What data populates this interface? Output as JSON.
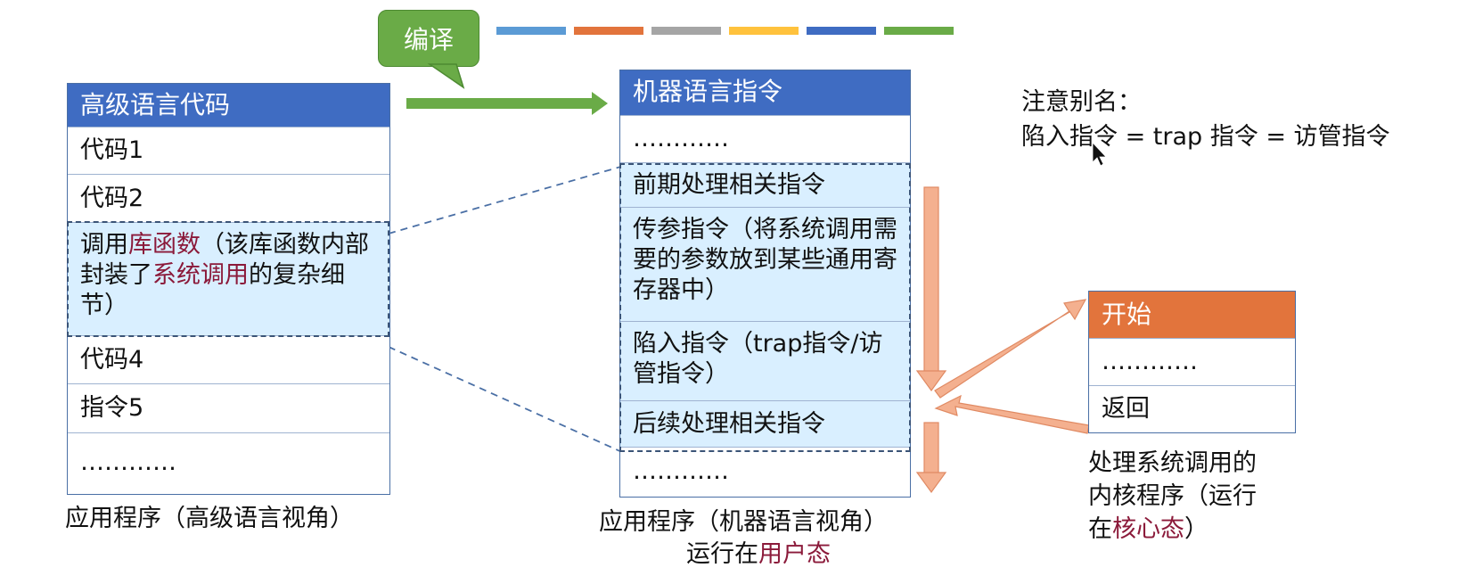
{
  "compile_bubble": {
    "label": "编译"
  },
  "color_strip": [
    "#5b9bd5",
    "#e2743c",
    "#a5a5a5",
    "#ffc23d",
    "#3f6cc2",
    "#6aab47"
  ],
  "high_level": {
    "header": "高级语言代码",
    "rows": [
      "代码1",
      "代码2"
    ],
    "library_call": {
      "prefix": "调用",
      "lib": "库函数",
      "mid": "（该库函数内部封装了",
      "syscall": "系统调用",
      "suffix": "的复杂细节）"
    },
    "rows_after": [
      "代码4",
      "指令5",
      "…………"
    ],
    "caption": "应用程序（高级语言视角）"
  },
  "machine": {
    "header": "机器语言指令",
    "row_top": "…………",
    "pre": "前期处理相关指令",
    "param": "传参指令（将系统调用需要的参数放到某些通用寄存器中）",
    "trap": "陷入指令（trap指令/访管指令）",
    "post": "后续处理相关指令",
    "row_bottom": "…………",
    "caption_line1": "应用程序（机器语言视角）",
    "caption_line2_prefix": "运行在",
    "caption_line2_highlight": "用户态"
  },
  "note": {
    "line1": "注意别名：",
    "line2": "陷入指令 = trap 指令 = 访管指令"
  },
  "kernel": {
    "header": "开始",
    "dots": "…………",
    "return": "返回",
    "caption_line1": "处理系统调用的",
    "caption_line2": "内核程序（运行",
    "caption_line3_prefix": "在",
    "caption_line3_highlight": "核心态",
    "caption_line3_suffix": "）"
  }
}
